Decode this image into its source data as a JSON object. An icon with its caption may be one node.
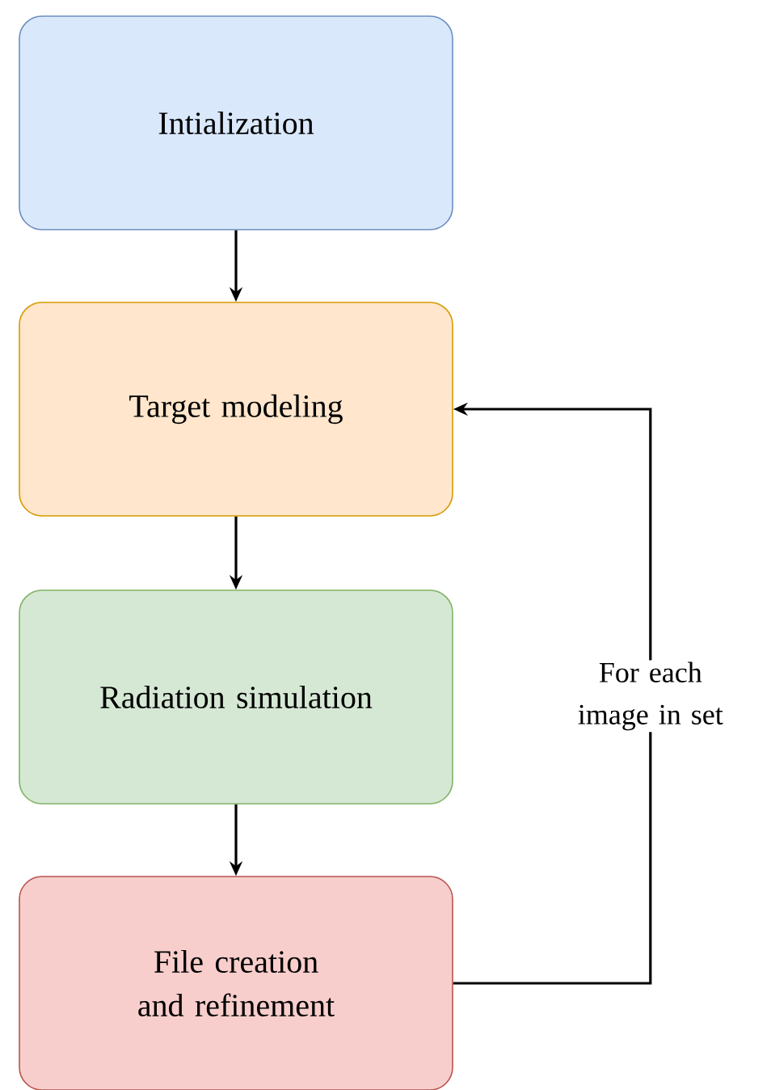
{
  "diagram": {
    "nodes": [
      {
        "text": [
          "Intialization"
        ]
      },
      {
        "text": [
          "Target modeling"
        ]
      },
      {
        "text": [
          "Radiation simulation"
        ]
      },
      {
        "text": [
          "File creation and refinement"
        ]
      }
    ],
    "edges": [
      {
        "from": 0,
        "to": 1,
        "arrow": "to"
      },
      {
        "from": 1,
        "to": 2,
        "arrow": "to"
      },
      {
        "from": 2,
        "to": 3,
        "arrow": "to"
      },
      {
        "from": 3,
        "to": 1,
        "arrow": "to",
        "label": "For each image in set"
      }
    ]
  }
}
